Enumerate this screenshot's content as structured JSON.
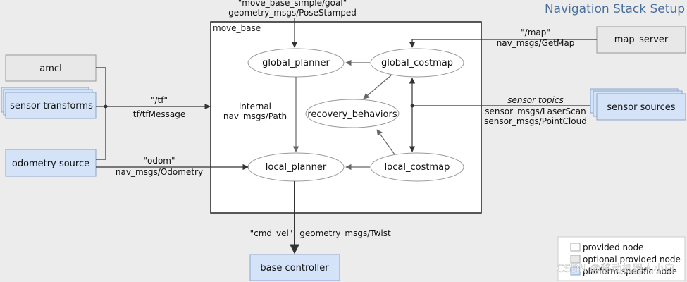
{
  "title": "Navigation Stack Setup",
  "container": {
    "label": "move_base"
  },
  "nodes": {
    "amcl": "amcl",
    "sensor_transforms": "sensor transforms",
    "odometry_source": "odometry source",
    "map_server": "map_server",
    "sensor_sources": "sensor sources",
    "base_controller": "base controller",
    "global_planner": "global_planner",
    "global_costmap": "global_costmap",
    "recovery_behaviors": "recovery_behaviors",
    "local_planner": "local_planner",
    "local_costmap": "local_costmap"
  },
  "edge_labels": {
    "goal_topic": "\"move_base_simple/goal\"",
    "goal_type": "geometry_msgs/PoseStamped",
    "tf_topic": "\"/tf\"",
    "tf_type": "tf/tfMessage",
    "odom_topic": "\"odom\"",
    "odom_type": "nav_msgs/Odometry",
    "map_topic": "\"/map\"",
    "map_type": "nav_msgs/GetMap",
    "sensor_topics": "sensor topics",
    "laser_type": "sensor_msgs/LaserScan",
    "pointcloud_type": "sensor_msgs/PointCloud",
    "internal": "internal",
    "path_type": "nav_msgs/Path",
    "cmd_vel": "\"cmd_vel\"",
    "twist_type": "geometry_msgs/Twist"
  },
  "legend": {
    "provided": "provided node",
    "optional": "optional provided node",
    "platform": "platform specific node"
  },
  "watermark": "CSDN @移动机器人小白",
  "colors": {
    "background": "#ececec",
    "provided_fill": "#ffffff",
    "optional_fill": "#e8e8e8",
    "platform_fill": "#d4e3f7",
    "title": "#4a6f9c",
    "stroke": "#555555",
    "arrow": "#333333"
  }
}
